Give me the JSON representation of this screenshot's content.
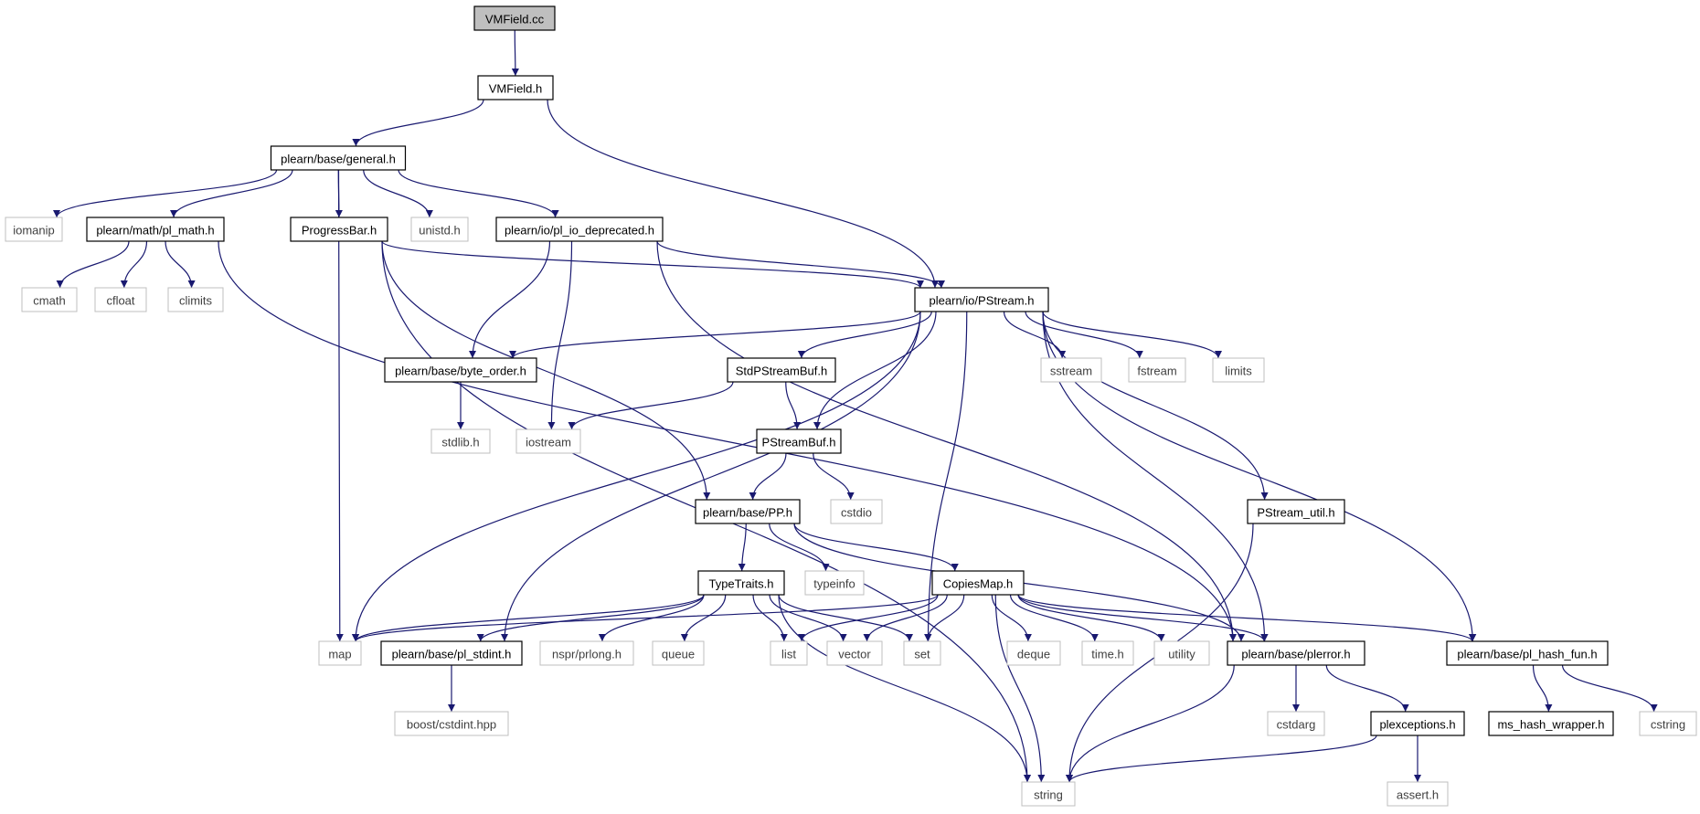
{
  "colors": {
    "edge": "#191970",
    "root_fill": "#bfbfbf",
    "external_border": "#bfbfbf",
    "header_border": "#000000"
  },
  "graph": {
    "nodes": [
      {
        "id": "vmfield_cc",
        "label": "VMField.cc",
        "kind": "root"
      },
      {
        "id": "vmfield_h",
        "label": "VMField.h",
        "kind": "header"
      },
      {
        "id": "general_h",
        "label": "plearn/base/general.h",
        "kind": "header"
      },
      {
        "id": "iomanip",
        "label": "iomanip",
        "kind": "external"
      },
      {
        "id": "pl_math_h",
        "label": "plearn/math/pl_math.h",
        "kind": "header"
      },
      {
        "id": "progressbar_h",
        "label": "ProgressBar.h",
        "kind": "header"
      },
      {
        "id": "unistd_h",
        "label": "unistd.h",
        "kind": "external"
      },
      {
        "id": "pl_io_deprecated_h",
        "label": "plearn/io/pl_io_deprecated.h",
        "kind": "header"
      },
      {
        "id": "cmath",
        "label": "cmath",
        "kind": "external"
      },
      {
        "id": "cfloat",
        "label": "cfloat",
        "kind": "external"
      },
      {
        "id": "climits",
        "label": "climits",
        "kind": "external"
      },
      {
        "id": "pstream_h",
        "label": "plearn/io/PStream.h",
        "kind": "header"
      },
      {
        "id": "byte_order_h",
        "label": "plearn/base/byte_order.h",
        "kind": "header"
      },
      {
        "id": "stdpstreambuf_h",
        "label": "StdPStreamBuf.h",
        "kind": "header"
      },
      {
        "id": "sstream",
        "label": "sstream",
        "kind": "external"
      },
      {
        "id": "fstream",
        "label": "fstream",
        "kind": "external"
      },
      {
        "id": "limits",
        "label": "limits",
        "kind": "external"
      },
      {
        "id": "stdlib_h",
        "label": "stdlib.h",
        "kind": "external"
      },
      {
        "id": "iostream",
        "label": "iostream",
        "kind": "external"
      },
      {
        "id": "pstreambuf_h",
        "label": "PStreamBuf.h",
        "kind": "header"
      },
      {
        "id": "pp_h",
        "label": "plearn/base/PP.h",
        "kind": "header"
      },
      {
        "id": "cstdio",
        "label": "cstdio",
        "kind": "external"
      },
      {
        "id": "pstream_util_h",
        "label": "PStream_util.h",
        "kind": "header"
      },
      {
        "id": "typetraits_h",
        "label": "TypeTraits.h",
        "kind": "header"
      },
      {
        "id": "typeinfo",
        "label": "typeinfo",
        "kind": "external"
      },
      {
        "id": "copiesmap_h",
        "label": "CopiesMap.h",
        "kind": "header"
      },
      {
        "id": "map",
        "label": "map",
        "kind": "external"
      },
      {
        "id": "pl_stdint_h",
        "label": "plearn/base/pl_stdint.h",
        "kind": "header"
      },
      {
        "id": "prlong_h",
        "label": "nspr/prlong.h",
        "kind": "external"
      },
      {
        "id": "queue",
        "label": "queue",
        "kind": "external"
      },
      {
        "id": "list",
        "label": "list",
        "kind": "external"
      },
      {
        "id": "vector",
        "label": "vector",
        "kind": "external"
      },
      {
        "id": "set",
        "label": "set",
        "kind": "external"
      },
      {
        "id": "deque",
        "label": "deque",
        "kind": "external"
      },
      {
        "id": "time_h",
        "label": "time.h",
        "kind": "external"
      },
      {
        "id": "utility",
        "label": "utility",
        "kind": "external"
      },
      {
        "id": "plerror_h",
        "label": "plearn/base/plerror.h",
        "kind": "header"
      },
      {
        "id": "pl_hash_fun_h",
        "label": "plearn/base/pl_hash_fun.h",
        "kind": "header"
      },
      {
        "id": "cstdint_hpp",
        "label": "boost/cstdint.hpp",
        "kind": "external"
      },
      {
        "id": "cstdarg",
        "label": "cstdarg",
        "kind": "external"
      },
      {
        "id": "plexceptions_h",
        "label": "plexceptions.h",
        "kind": "header"
      },
      {
        "id": "ms_hash_wrapper_h",
        "label": "ms_hash_wrapper.h",
        "kind": "header"
      },
      {
        "id": "cstring",
        "label": "cstring",
        "kind": "external"
      },
      {
        "id": "string",
        "label": "string",
        "kind": "external"
      },
      {
        "id": "assert_h",
        "label": "assert.h",
        "kind": "external"
      }
    ],
    "edges": [
      [
        "vmfield_cc",
        "vmfield_h"
      ],
      [
        "vmfield_h",
        "general_h"
      ],
      [
        "vmfield_h",
        "pstream_h"
      ],
      [
        "general_h",
        "iomanip"
      ],
      [
        "general_h",
        "pl_math_h"
      ],
      [
        "general_h",
        "progressbar_h"
      ],
      [
        "general_h",
        "unistd_h"
      ],
      [
        "general_h",
        "pl_io_deprecated_h"
      ],
      [
        "general_h",
        "map"
      ],
      [
        "pl_math_h",
        "cmath"
      ],
      [
        "pl_math_h",
        "cfloat"
      ],
      [
        "pl_math_h",
        "climits"
      ],
      [
        "pl_math_h",
        "plerror_h"
      ],
      [
        "progressbar_h",
        "pstream_h"
      ],
      [
        "progressbar_h",
        "pp_h"
      ],
      [
        "progressbar_h",
        "string"
      ],
      [
        "pl_io_deprecated_h",
        "pstream_h"
      ],
      [
        "pl_io_deprecated_h",
        "byte_order_h"
      ],
      [
        "pl_io_deprecated_h",
        "iostream"
      ],
      [
        "pl_io_deprecated_h",
        "plerror_h"
      ],
      [
        "pstream_h",
        "byte_order_h"
      ],
      [
        "pstream_h",
        "stdpstreambuf_h"
      ],
      [
        "pstream_h",
        "sstream"
      ],
      [
        "pstream_h",
        "fstream"
      ],
      [
        "pstream_h",
        "limits"
      ],
      [
        "pstream_h",
        "pstreambuf_h"
      ],
      [
        "pstream_h",
        "pstream_util_h"
      ],
      [
        "pstream_h",
        "pl_hash_fun_h"
      ],
      [
        "pstream_h",
        "map"
      ],
      [
        "pstream_h",
        "pl_stdint_h"
      ],
      [
        "pstream_h",
        "set"
      ],
      [
        "pstream_h",
        "plerror_h"
      ],
      [
        "byte_order_h",
        "stdlib_h"
      ],
      [
        "stdpstreambuf_h",
        "iostream"
      ],
      [
        "stdpstreambuf_h",
        "pstreambuf_h"
      ],
      [
        "pstreambuf_h",
        "pp_h"
      ],
      [
        "pstreambuf_h",
        "cstdio"
      ],
      [
        "pstream_util_h",
        "string"
      ],
      [
        "pp_h",
        "typetraits_h"
      ],
      [
        "pp_h",
        "typeinfo"
      ],
      [
        "pp_h",
        "copiesmap_h"
      ],
      [
        "pp_h",
        "plerror_h"
      ],
      [
        "typetraits_h",
        "map"
      ],
      [
        "typetraits_h",
        "pl_stdint_h"
      ],
      [
        "typetraits_h",
        "prlong_h"
      ],
      [
        "typetraits_h",
        "queue"
      ],
      [
        "typetraits_h",
        "list"
      ],
      [
        "typetraits_h",
        "vector"
      ],
      [
        "typetraits_h",
        "set"
      ],
      [
        "typetraits_h",
        "string"
      ],
      [
        "copiesmap_h",
        "map"
      ],
      [
        "copiesmap_h",
        "vector"
      ],
      [
        "copiesmap_h",
        "set"
      ],
      [
        "copiesmap_h",
        "deque"
      ],
      [
        "copiesmap_h",
        "time_h"
      ],
      [
        "copiesmap_h",
        "utility"
      ],
      [
        "copiesmap_h",
        "plerror_h"
      ],
      [
        "copiesmap_h",
        "pl_hash_fun_h"
      ],
      [
        "copiesmap_h",
        "list"
      ],
      [
        "copiesmap_h",
        "string"
      ],
      [
        "pl_stdint_h",
        "cstdint_hpp"
      ],
      [
        "plerror_h",
        "cstdarg"
      ],
      [
        "plerror_h",
        "plexceptions_h"
      ],
      [
        "plerror_h",
        "string"
      ],
      [
        "plexceptions_h",
        "string"
      ],
      [
        "plexceptions_h",
        "assert_h"
      ],
      [
        "pl_hash_fun_h",
        "ms_hash_wrapper_h"
      ],
      [
        "pl_hash_fun_h",
        "cstring"
      ]
    ]
  }
}
